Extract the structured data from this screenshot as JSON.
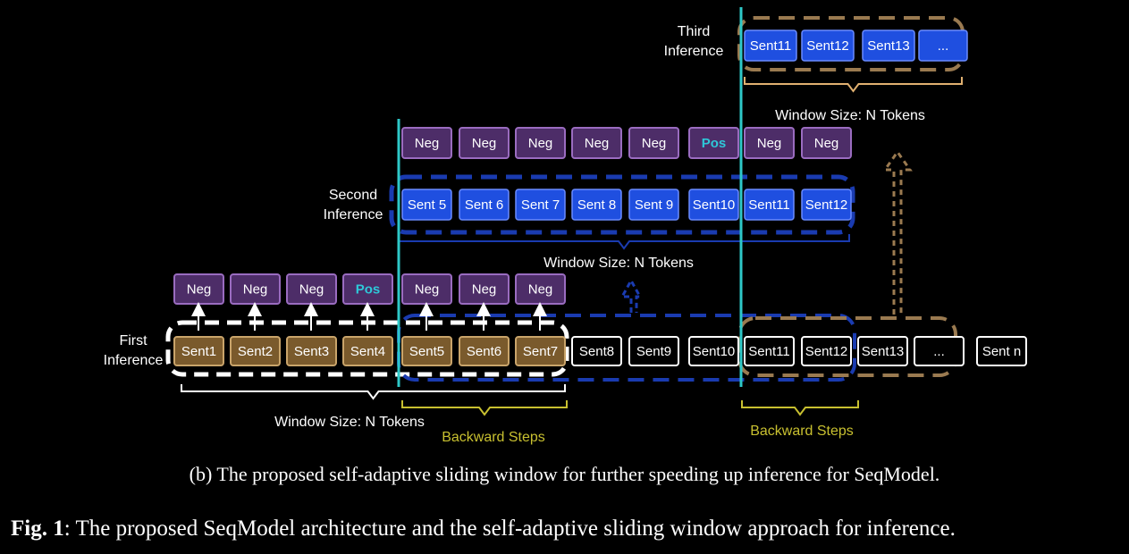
{
  "diagram": {
    "first_inference": {
      "label_line1": "First",
      "label_line2": "Inference",
      "sentences": [
        "Sent1",
        "Sent2",
        "Sent3",
        "Sent4",
        "Sent5",
        "Sent6",
        "Sent7",
        "Sent8",
        "Sent9",
        "Sent10",
        "Sent11",
        "Sent12",
        "Sent13",
        "...",
        "Sent n"
      ],
      "predictions": [
        "Neg",
        "Neg",
        "Neg",
        "Pos",
        "Neg",
        "Neg",
        "Neg"
      ],
      "window_label": "Window Size: N Tokens",
      "backward_label_1": "Backward Steps",
      "backward_label_2": "Backward Steps"
    },
    "second_inference": {
      "label_line1": "Second",
      "label_line2": "Inference",
      "sentences": [
        "Sent 5",
        "Sent 6",
        "Sent 7",
        "Sent 8",
        "Sent 9",
        "Sent10",
        "Sent11",
        "Sent12"
      ],
      "predictions": [
        "Neg",
        "Neg",
        "Neg",
        "Neg",
        "Neg",
        "Pos",
        "Neg",
        "Neg"
      ],
      "window_label": "Window Size: N Tokens"
    },
    "third_inference": {
      "label_line1": "Third",
      "label_line2": "Inference",
      "sentences": [
        "Sent11",
        "Sent12",
        "Sent13",
        "..."
      ],
      "window_label": "Window Size: N Tokens"
    },
    "colors": {
      "background": "#000000",
      "sent_processed": "#7a5a2c",
      "sent_blue": "#1f4fe0",
      "neg_box": "#4d2d68",
      "pos_text": "#2ec8d8",
      "cyan_line": "#2ec8c8",
      "backward_yellow": "#c8c030",
      "dashed_blue": "#1a3bb0",
      "dashed_tan": "#9a7a50"
    }
  },
  "captions": {
    "sub_caption": "(b) The proposed self-adaptive sliding window for further speeding up inference for SeqModel.",
    "fig_label": "Fig. 1",
    "fig_text": ": The proposed SeqModel architecture and the self-adaptive sliding window approach for inference."
  }
}
